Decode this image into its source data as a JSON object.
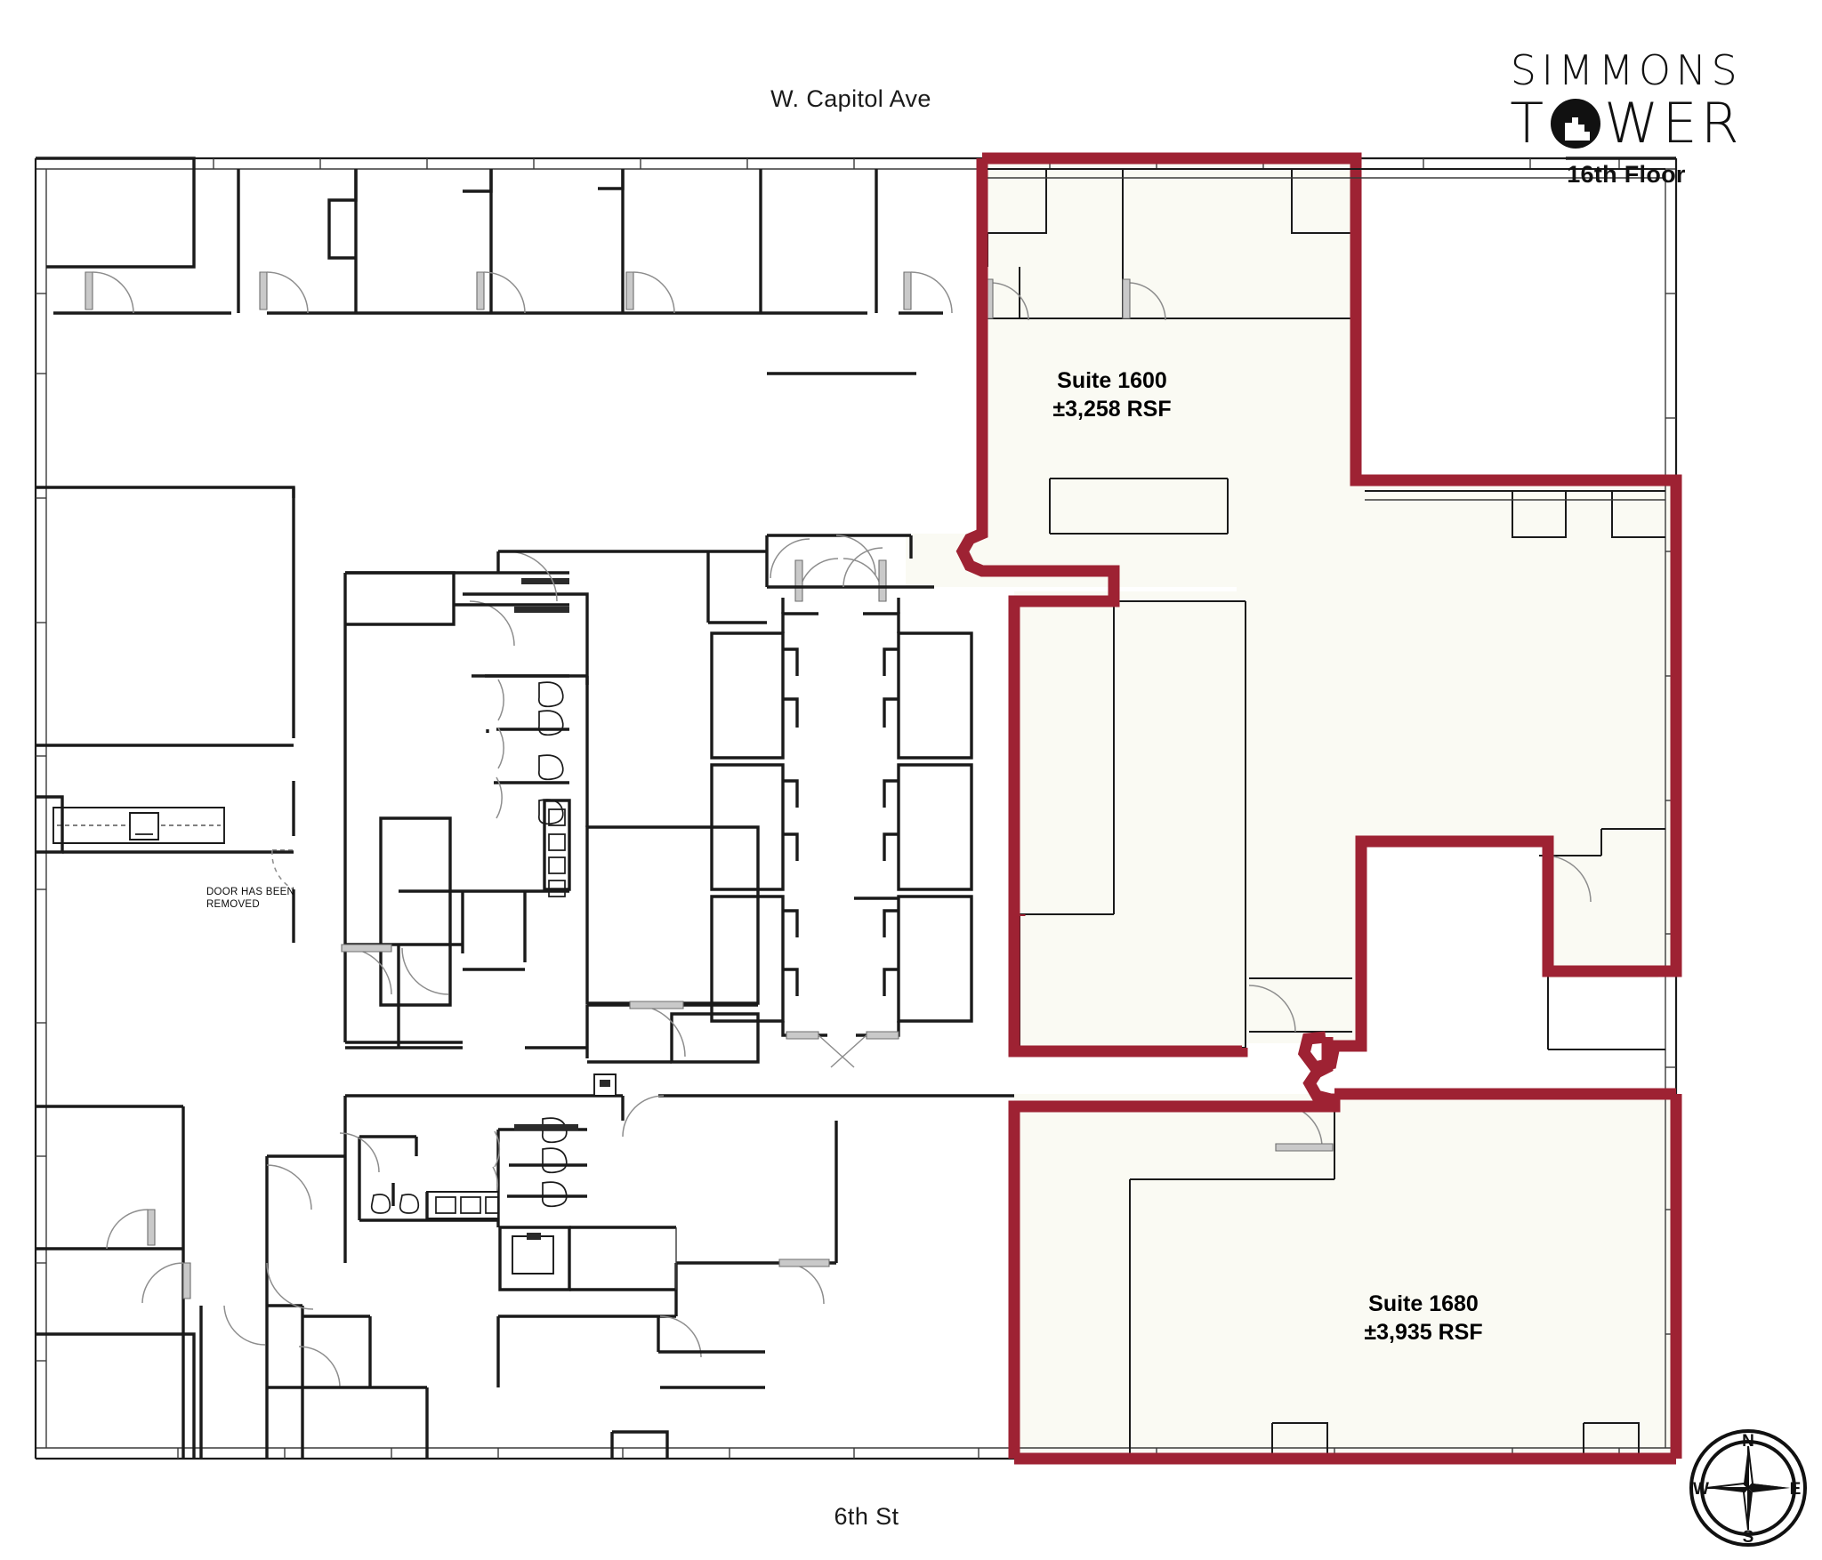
{
  "document": {
    "type": "floor-plan",
    "building": "Simmons Tower",
    "floor": "16th Floor"
  },
  "logo": {
    "brand_line1": "SIMMONS",
    "brand_line2_prefix": "T",
    "brand_line2_suffix": "WER",
    "mark_name": "building-tower-circle-mark",
    "floor_label": "16th Floor"
  },
  "streets": {
    "top": "W. Capitol Ave",
    "bottom": "6th St"
  },
  "suites": [
    {
      "id": "1600",
      "name": "Suite 1600",
      "area": "±3,258 RSF",
      "outline_color": "#9E2233",
      "fill_color": "#FAFAF3"
    },
    {
      "id": "1680",
      "name": "Suite 1680",
      "area": "±3,935 RSF",
      "outline_color": "#9E2233",
      "fill_color": "#FAFAF3"
    }
  ],
  "annotations": [
    {
      "id": "door-removed",
      "text": "DOOR HAS BEEN\nREMOVED"
    }
  ],
  "compass": {
    "north": "N",
    "east": "E",
    "south": "S",
    "west": "W"
  },
  "colors": {
    "suite_outline": "#9E2233",
    "suite_fill": "#FAFAF3",
    "wall": "#1a1a1a",
    "thin_line": "#3a3a3a",
    "page_background": "#FFFFFF"
  }
}
